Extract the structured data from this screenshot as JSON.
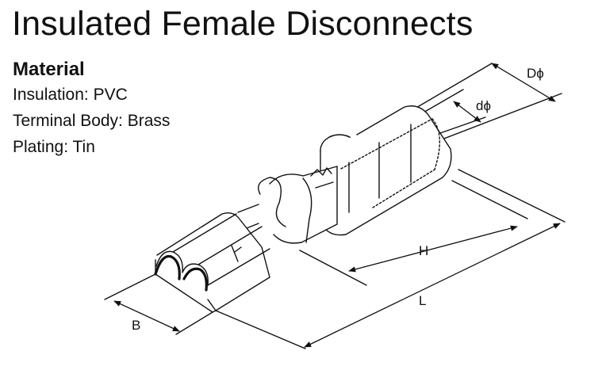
{
  "title": "Insulated Female Disconnects",
  "material": {
    "heading": "Material",
    "insulation": "Insulation: PVC",
    "terminal_body": "Terminal Body: Brass",
    "plating": "Plating: Tin"
  },
  "dimensions": {
    "outer_diameter": "Dϕ",
    "inner_diameter": "dϕ",
    "height": "H",
    "length": "L",
    "width": "B"
  }
}
